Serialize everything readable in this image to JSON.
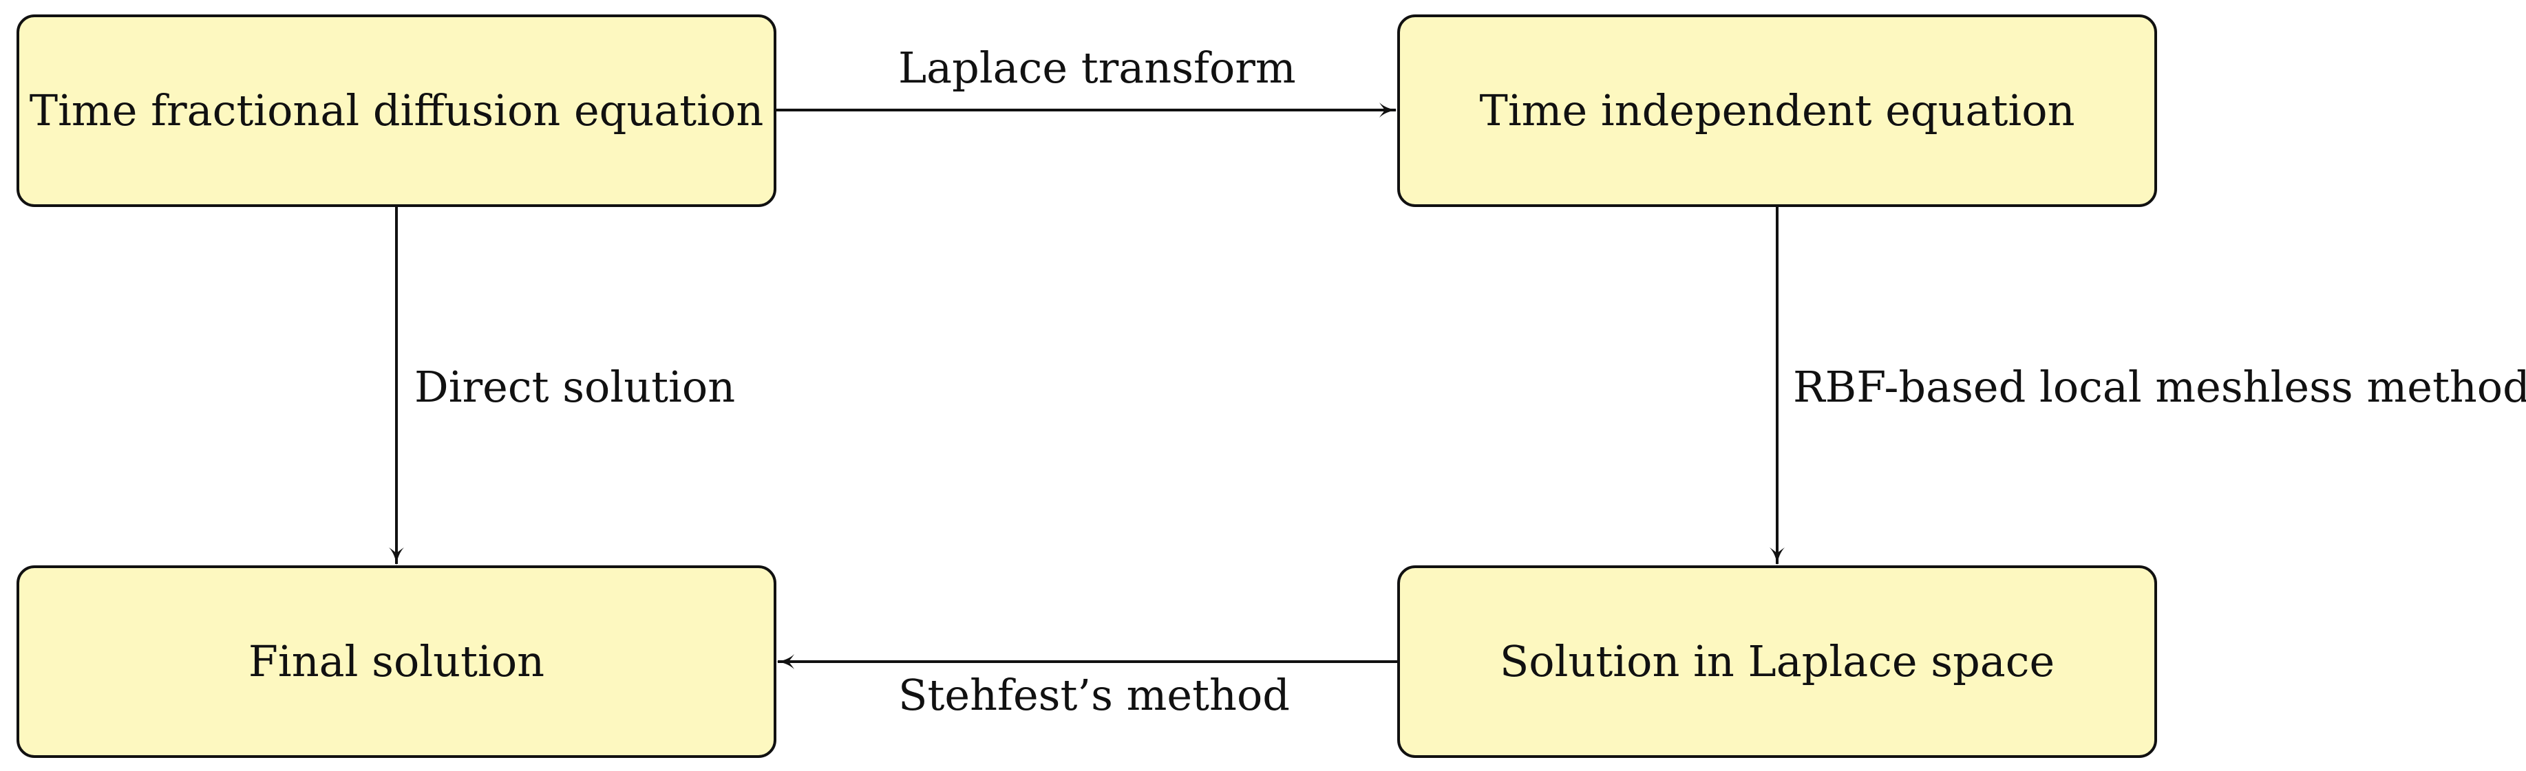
{
  "nodes": {
    "time_fractional": "Time fractional diffusion equation",
    "time_independent": "Time independent equation",
    "final_solution": "Final solution",
    "laplace_space_solution": "Solution in Laplace space"
  },
  "edges": {
    "laplace_transform": "Laplace transform",
    "direct_solution": "Direct solution",
    "rbf_method": "RBF-based local meshless method",
    "stehfest": "Stehfest’s method"
  },
  "colors": {
    "node_fill": "#fdf8c0",
    "stroke": "#111111"
  }
}
